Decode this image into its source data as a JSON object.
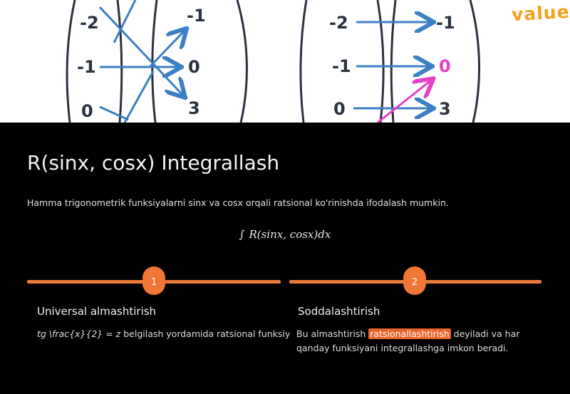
{
  "hero": {
    "left_diagram": {
      "left_values": [
        "-2",
        "-1",
        "0"
      ],
      "right_values": [
        "-1",
        "0",
        "3"
      ]
    },
    "right_diagram": {
      "left_values": [
        "-2",
        "-1",
        "0"
      ],
      "right_values": [
        "-1",
        "0",
        "3"
      ]
    },
    "corner_label": "value",
    "colors": {
      "ink": "#2a3240",
      "arrow": "#3b7fc4",
      "highlight": "#e83fc8",
      "label": "#f2a21b"
    }
  },
  "slide": {
    "title": "R(sinx, cosx) Integrallash",
    "subtitle": "Hamma trigonometrik funksiyalarni sinx va cosx orqali ratsional ko'rinishda ifodalash mumkin.",
    "formula_symbol": "∫",
    "formula": "R(sinx, cosx)dx",
    "accent": "#ec7a3a",
    "steps": [
      {
        "number": "1",
        "title": "Universal almashtirish",
        "formula_part": "tg \\frac{x}{2} = z",
        "text": " belgilash yordamida ratsional funksiyaga aylantiriladi."
      },
      {
        "number": "2",
        "title": "Soddalashtirish",
        "text_before": "Bu almashtirish ",
        "highlight": "ratsionallashtirish",
        "text_after": " deyiladi va har qanday funksiyani integrallashga imkon beradi."
      }
    ]
  }
}
